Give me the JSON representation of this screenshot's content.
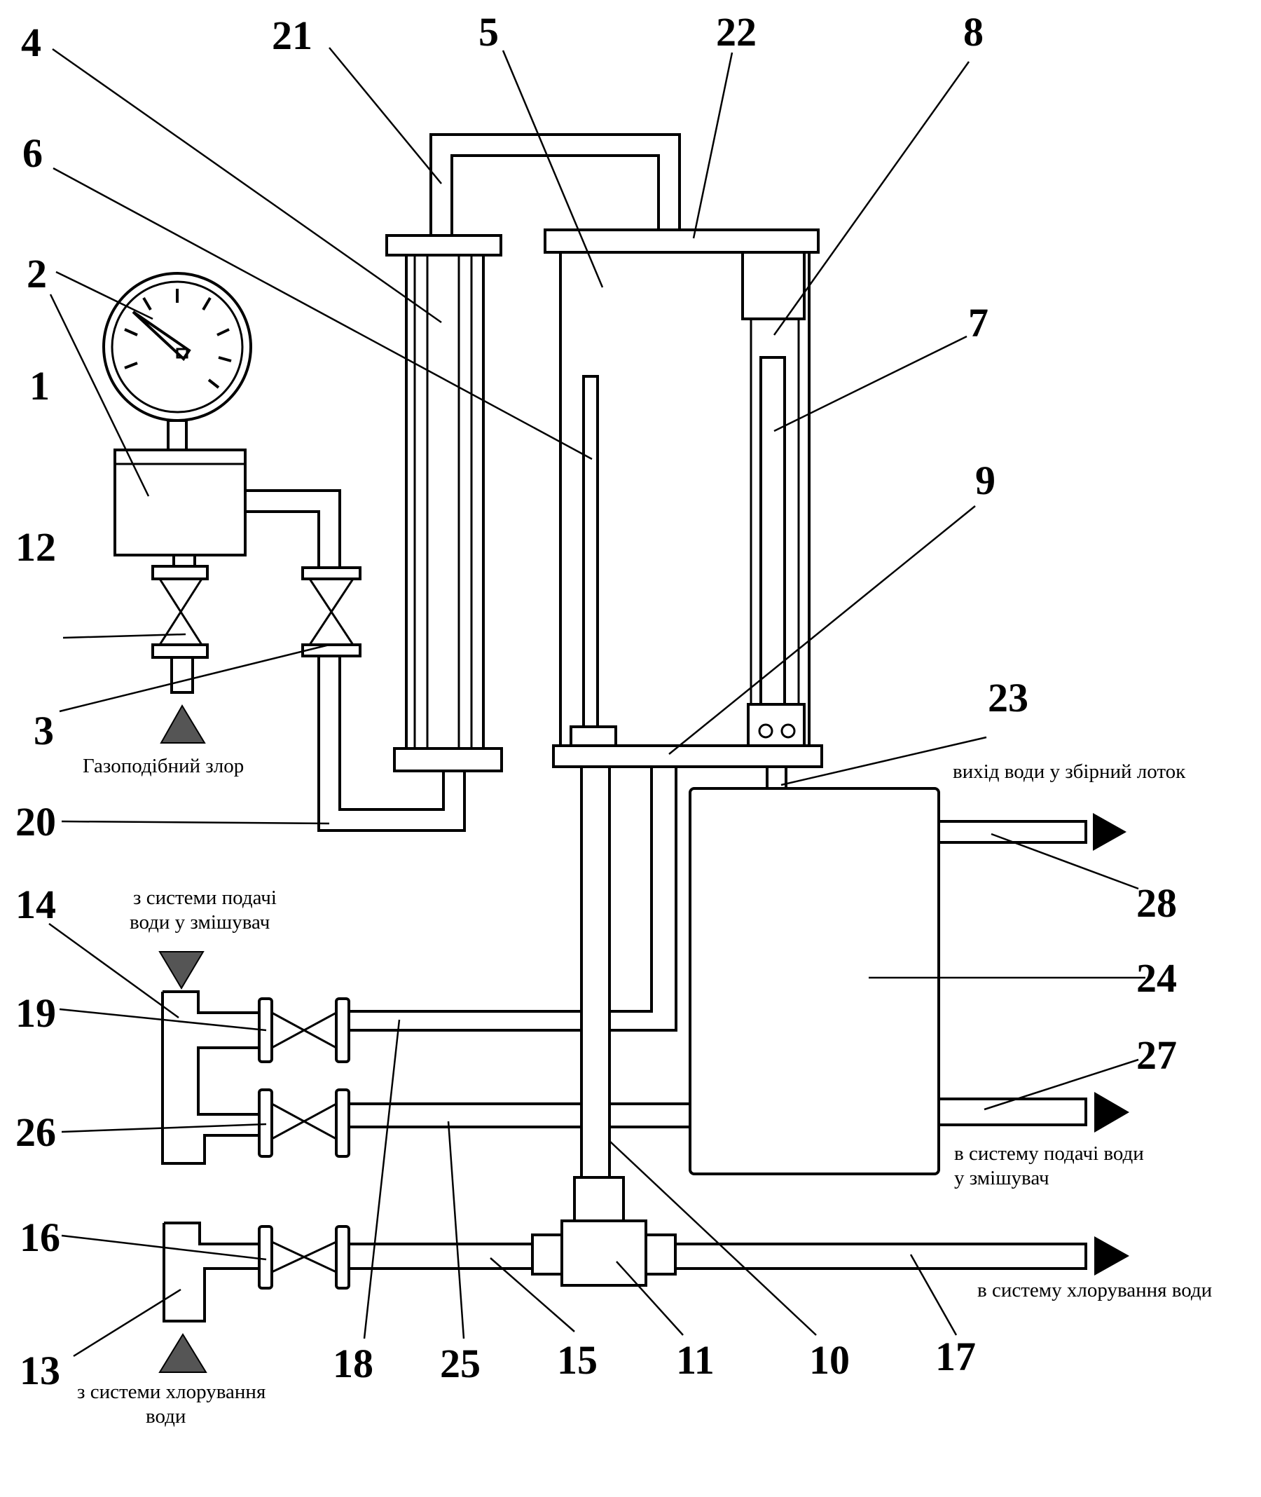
{
  "labels": {
    "n1": "1",
    "n2": "2",
    "n3": "3",
    "n4": "4",
    "n5": "5",
    "n6": "6",
    "n7": "7",
    "n8": "8",
    "n9": "9",
    "n10": "10",
    "n11": "11",
    "n12": "12",
    "n13": "13",
    "n14": "14",
    "n15": "15",
    "n16": "16",
    "n17": "17",
    "n18": "18",
    "n19": "19",
    "n20": "20",
    "n21": "21",
    "n22": "22",
    "n23": "23",
    "n24": "24",
    "n25": "25",
    "n26": "26",
    "n27": "27",
    "n28": "28"
  },
  "captions": {
    "gas_chlorine": "Газоподібний злор",
    "water_out": "вихід води у збірний лоток",
    "from_supply_1": "з системи подачі",
    "from_supply_2": "води у змішувач",
    "to_supply_1": "в систему подачі води",
    "to_supply_2": "у змішувач",
    "to_chlorination": "в систему хлорування води",
    "from_chlorination_1": "з системи хлорування",
    "from_chlorination_2": "води"
  }
}
